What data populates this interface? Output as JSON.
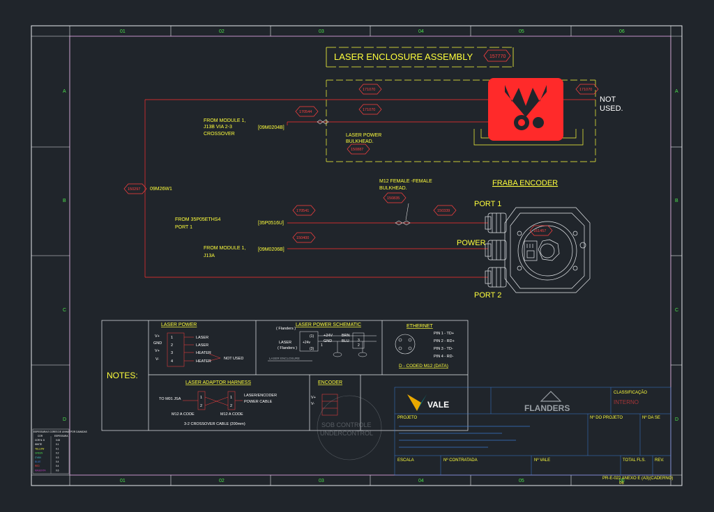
{
  "title": {
    "text": "LASER ENCLOSURE ASSEMBLY",
    "tag": "157770"
  },
  "grid": {
    "cols": [
      "01",
      "02",
      "03",
      "04",
      "05",
      "06"
    ],
    "rows": [
      "A",
      "B",
      "C",
      "D"
    ]
  },
  "tags": {
    "t_171070_top": "171070",
    "t_171070_mid": "171070",
    "t_170544": "170544",
    "t_171070_right": "171070",
    "t_150887": "150887",
    "t_150297": "150297",
    "t_150835": "150835",
    "t_170541": "170541",
    "t_150339": "150339",
    "t_150400": "150400",
    "t_161457": "161457"
  },
  "labels": {
    "not_used": "NOT\nUSED.",
    "from_module_1_a": "FROM MODULE 1,",
    "from_module_1_b": "J13B VIA 2-3",
    "from_module_1_c": "CROSSOVER",
    "cable_09m0204b": "[09M0204B]",
    "laser_power_a": "LASER POWER",
    "laser_power_b": "BULKHEAD.",
    "main_cable": "09M26W1",
    "m12_a": "M12 FEMALE -FEMALE",
    "m12_b": "BULKHEAD.",
    "fraba": "FRABA ENCODER",
    "from_35_a": "FROM 35P05ETHS4",
    "from_35_b": "PORT 1",
    "cable_35p": "[35P0516U]",
    "from_mod_j13a_a": "FROM MODULE 1,",
    "from_mod_j13a_b": "J13A",
    "cable_09m0206b": "[09M0206B]",
    "port1": "PORT 1",
    "power": "POWER",
    "port2": "PORT 2"
  },
  "notes": {
    "title": "NOTES:",
    "laser_power": {
      "title": "LASER POWER",
      "pins": [
        "V+",
        "GND",
        "V+",
        "V-"
      ],
      "nums": [
        "1",
        "2",
        "3",
        "4"
      ],
      "signals": [
        "LASER",
        "LASER",
        "HEATER",
        "HEATER"
      ],
      "not_used": "NOT USED"
    },
    "schematic": {
      "title": "LASER POWER SCHEMATIC",
      "flanders": "( Flanders )",
      "laser": "LASER",
      "laser_sub": "( Flanders )",
      "v24": "+24V",
      "gnd": "GND",
      "brn": "BRN",
      "blu": "BLU",
      "p1": "(1)",
      "p3": "(3)",
      "v24b": "+24v",
      "enclosure": "LASER ENCLOSURE",
      "n1": "1",
      "n2": "2",
      "n3": "3"
    },
    "ethernet": {
      "title": "ETHERNET",
      "pins": [
        "PIN 1 - TD+",
        "PIN 2 - RD+",
        "PIN 3 - TD-",
        "PIN 4 - RD-"
      ],
      "caption": "D - CODED M12 (DATA)"
    },
    "harness": {
      "title": "LASER ADAPTOR HARNESS",
      "to": "TO M01 JSA",
      "cable": "LASER/ENCODER",
      "cable2": "POWER CABLE",
      "m12a": "M12 A CODE",
      "m12b": "M12 A CODE",
      "caption": "3-2 CROSSOVER CABLE (200mm)",
      "n1": "1",
      "n2": "2"
    },
    "encoder": {
      "title": "ENCODER",
      "vp": "V+",
      "vm": "V-"
    }
  },
  "titleblock": {
    "classif": "CLASSIFICAÇÃO",
    "classif_val": "INTERNO",
    "vale": "VALE",
    "flanders": "FLANDERS",
    "projeto": "PROJETO",
    "n_projeto": "Nº DO PROJETO",
    "n_se": "Nº DA SE",
    "escala": "ESCALA",
    "n_contratada": "Nº CONTRATADA",
    "n_vale": "Nº VALE",
    "total_fls": "TOTAL FLS.",
    "rev": "REV.",
    "footer_a": "PR-E-022 ANEXO E (A3)(CADERNO)",
    "footer_b": "06",
    "watermark_a": "SOB CONTROLE",
    "watermark_b": "UNDERCONTROL"
  },
  "colorlegend": {
    "head": [
      "ESPESSURA E CORES DE LINHAS POR CAMADAS",
      "COR",
      "ESPESSURA"
    ],
    "rows": [
      [
        "COR N. 8",
        "0.00"
      ],
      [
        "WHITE",
        "0.1"
      ],
      [
        "YELLOW",
        "0.1"
      ],
      [
        "GREEN",
        "0.2"
      ],
      [
        "CYAN",
        "0.3"
      ],
      [
        "BLUE",
        "0.4"
      ],
      [
        "RED",
        "0.4"
      ],
      [
        "MAGENTA",
        "0.6"
      ]
    ]
  },
  "colors": {
    "bg": "#20252b",
    "frame": "#e9ecef",
    "title": "#ffff3c",
    "red": "#ff2a2a",
    "grid": "#4ce04c",
    "magenta": "#c03cc0"
  }
}
